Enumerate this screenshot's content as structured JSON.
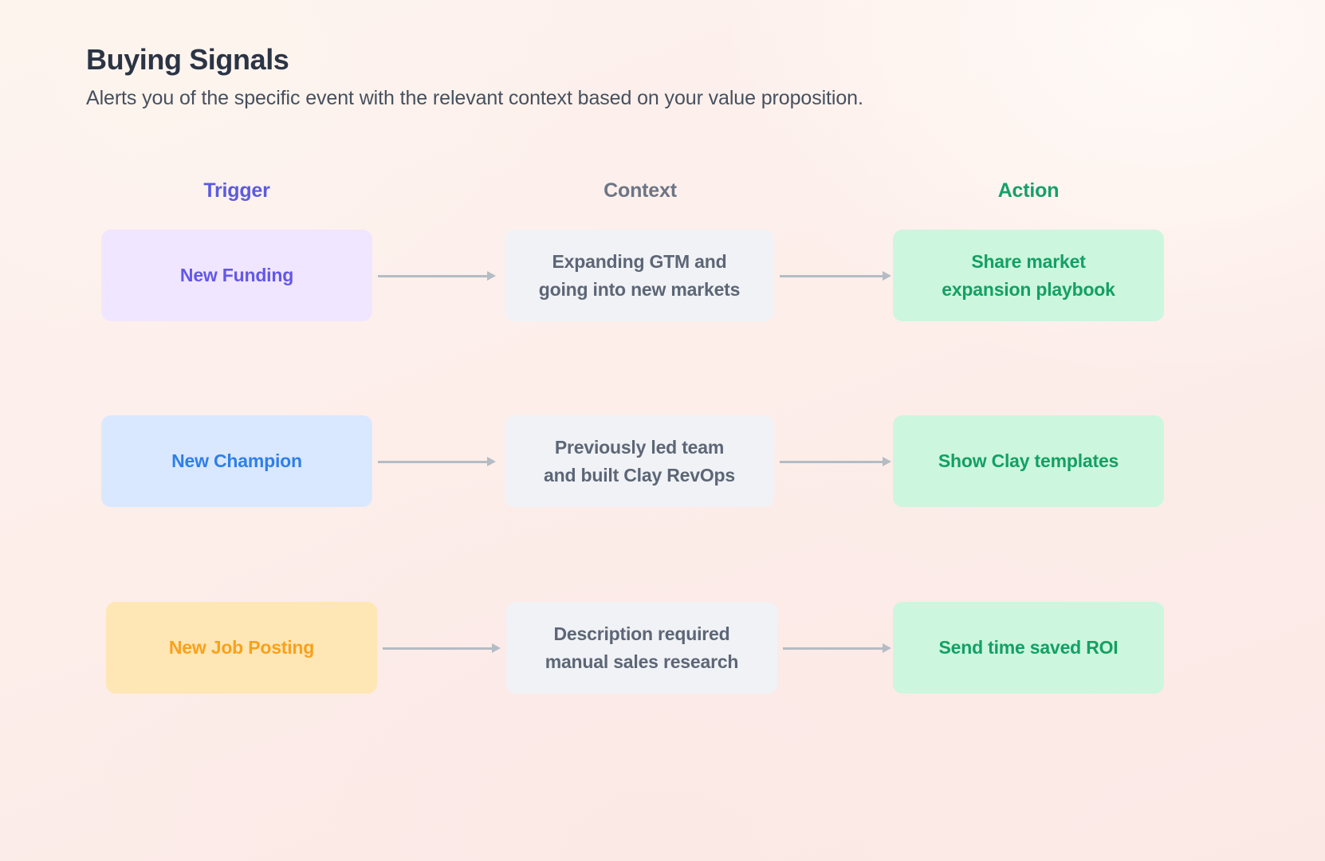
{
  "header": {
    "title": "Buying Signals",
    "subtitle": "Alerts you of the specific event with the relevant context based on your value proposition."
  },
  "columns": {
    "trigger": "Trigger",
    "context": "Context",
    "action": "Action"
  },
  "colors": {
    "trigger_header": "#5b5be0",
    "context_header": "#6c7585",
    "action_header": "#14a06a",
    "funding_text": "#6258e8",
    "funding_bg": "#f1e6ff",
    "champion_text": "#2f7fe8",
    "champion_bg": "#d9e8ff",
    "job_text": "#f9a11b",
    "job_bg": "#ffe6b5",
    "context_text": "#5d6676",
    "context_bg": "#f0f2f6",
    "action_text": "#13a065",
    "action_bg": "#cdf6de",
    "arrow": "#b4bcc4",
    "page_bg": "#fdeeea",
    "title_text": "#2b3445",
    "subtitle_text": "#46505e"
  },
  "rows": [
    {
      "trigger": "New Funding",
      "context": "Expanding GTM and\ngoing into new markets",
      "action": "Share market\nexpansion playbook"
    },
    {
      "trigger": "New Champion",
      "context": "Previously led team\nand built Clay RevOps",
      "action": "Show Clay templates"
    },
    {
      "trigger": "New Job Posting",
      "context": "Description required\nmanual sales research",
      "action": "Send time saved ROI"
    }
  ]
}
